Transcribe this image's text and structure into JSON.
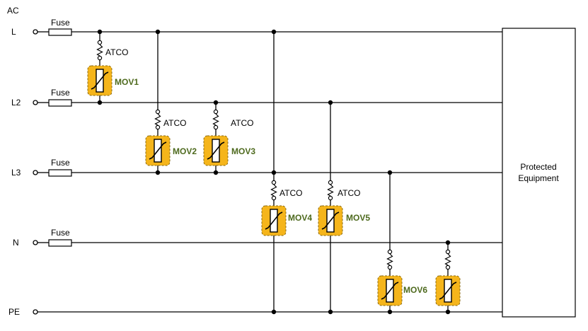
{
  "header": {
    "ac_label": "AC"
  },
  "lines": [
    {
      "id": "l",
      "label": "L",
      "fuse_label": "Fuse"
    },
    {
      "id": "l2",
      "label": "L2",
      "fuse_label": "Fuse"
    },
    {
      "id": "l3",
      "label": "L3",
      "fuse_label": "Fuse"
    },
    {
      "id": "n",
      "label": "N",
      "fuse_label": "Fuse"
    },
    {
      "id": "pe",
      "label": "PE"
    }
  ],
  "equipment": {
    "line1": "Protected",
    "line2": "Equipment"
  },
  "movs": [
    {
      "label": "MOV1",
      "atco": "ATCO",
      "from": "L",
      "to": "L2"
    },
    {
      "label": "MOV2",
      "atco": "ATCO",
      "from": "L",
      "to": "L3"
    },
    {
      "label": "MOV3",
      "atco": "ATCO",
      "from": "L2",
      "to": "L3"
    },
    {
      "label": "MOV4",
      "atco": "ATCO",
      "from": "L",
      "to": "PE"
    },
    {
      "label": "MOV5",
      "atco": "ATCO",
      "from": "L2",
      "to": "PE"
    },
    {
      "label": "MOV6",
      "from": "L3",
      "to": "PE"
    },
    {
      "label": "",
      "from": "N",
      "to": "PE"
    }
  ],
  "colors": {
    "mov_fill": "#f5b51b",
    "mov_border": "#8a6a10",
    "mov_text": "#4e6a1e",
    "wire": "#000000"
  }
}
